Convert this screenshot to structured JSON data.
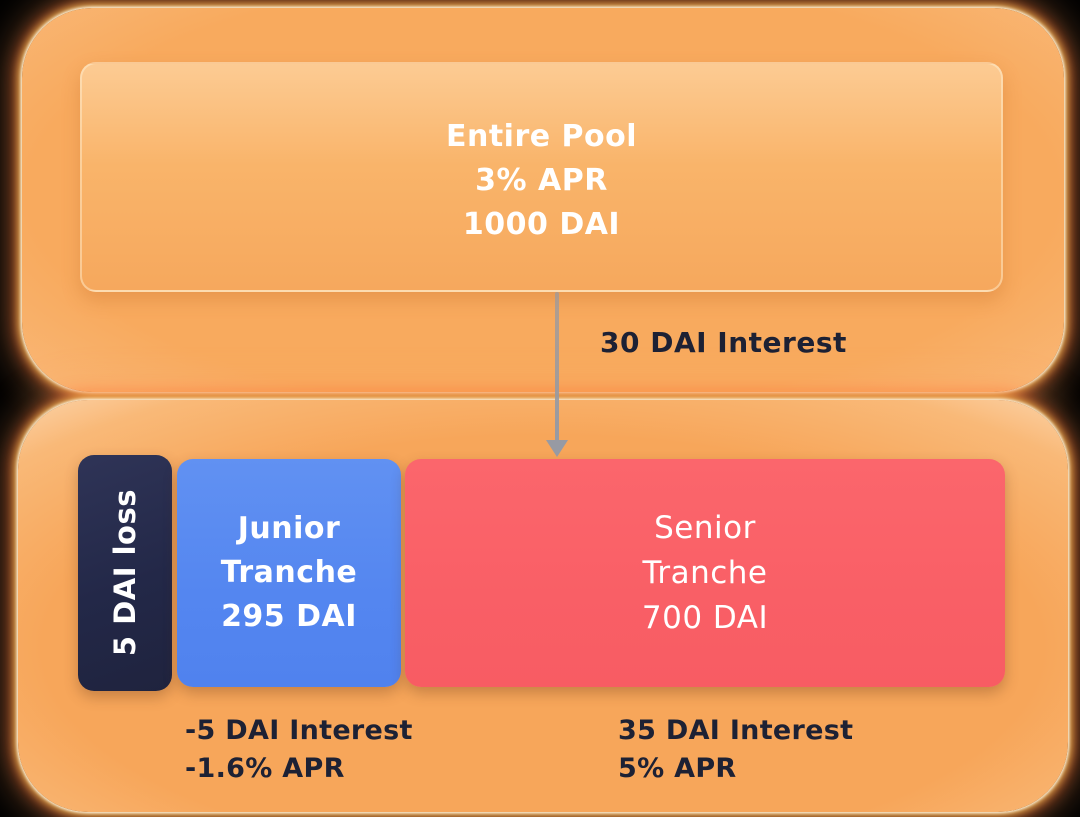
{
  "colors": {
    "background": "#000000",
    "glow_orange": "#f8a95d",
    "pool_box_orange": "#f8b166",
    "loss_box_navy": "#232848",
    "junior_box_blue": "#5486f0",
    "senior_box_red": "#f95f66",
    "arrow_gray": "#979aa3",
    "dark_text": "#1d2134",
    "white_text": "#ffffff"
  },
  "pool": {
    "title": "Entire Pool",
    "apr": "3% APR",
    "amount": "1000 DAI"
  },
  "flow": {
    "label": "30 DAI Interest"
  },
  "loss": {
    "label": "5 DAI loss"
  },
  "junior": {
    "title": "Junior",
    "subtitle": "Tranche",
    "amount": "295 DAI",
    "interest": "-5 DAI Interest",
    "apr": "-1.6% APR"
  },
  "senior": {
    "title": "Senior",
    "subtitle": "Tranche",
    "amount": "700 DAI",
    "interest": "35 DAI Interest",
    "apr": "5% APR"
  }
}
